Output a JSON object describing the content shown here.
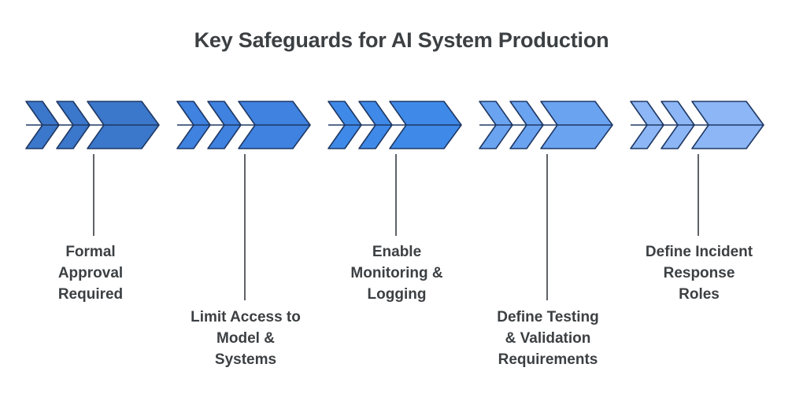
{
  "title": "Key Safeguards for AI System Production",
  "theme": {
    "background": "#ffffff",
    "title_color": "#3c4043",
    "label_color": "#3c4043",
    "connector_color": "#5f6368",
    "chevron_stroke": "#1f3864"
  },
  "chart_data": {
    "type": "diagram",
    "diagram_style": "chevron-progression",
    "title": "Key Safeguards for AI System Production",
    "steps": [
      {
        "index": 1,
        "label": "Formal\nApproval\nRequired",
        "color": "#3b77ca",
        "label_position": "high"
      },
      {
        "index": 2,
        "label": "Limit Access to\nModel &\nSystems",
        "color": "#3f82e0",
        "label_position": "low"
      },
      {
        "index": 3,
        "label": "Enable\nMonitoring &\nLogging",
        "color": "#3f8ae8",
        "label_position": "high"
      },
      {
        "index": 4,
        "label": "Define Testing\n& Validation\nRequirements",
        "color": "#6aa3f0",
        "label_position": "low"
      },
      {
        "index": 5,
        "label": "Define Incident\nResponse\nRoles",
        "color": "#8cb6f5",
        "label_position": "high"
      }
    ]
  }
}
